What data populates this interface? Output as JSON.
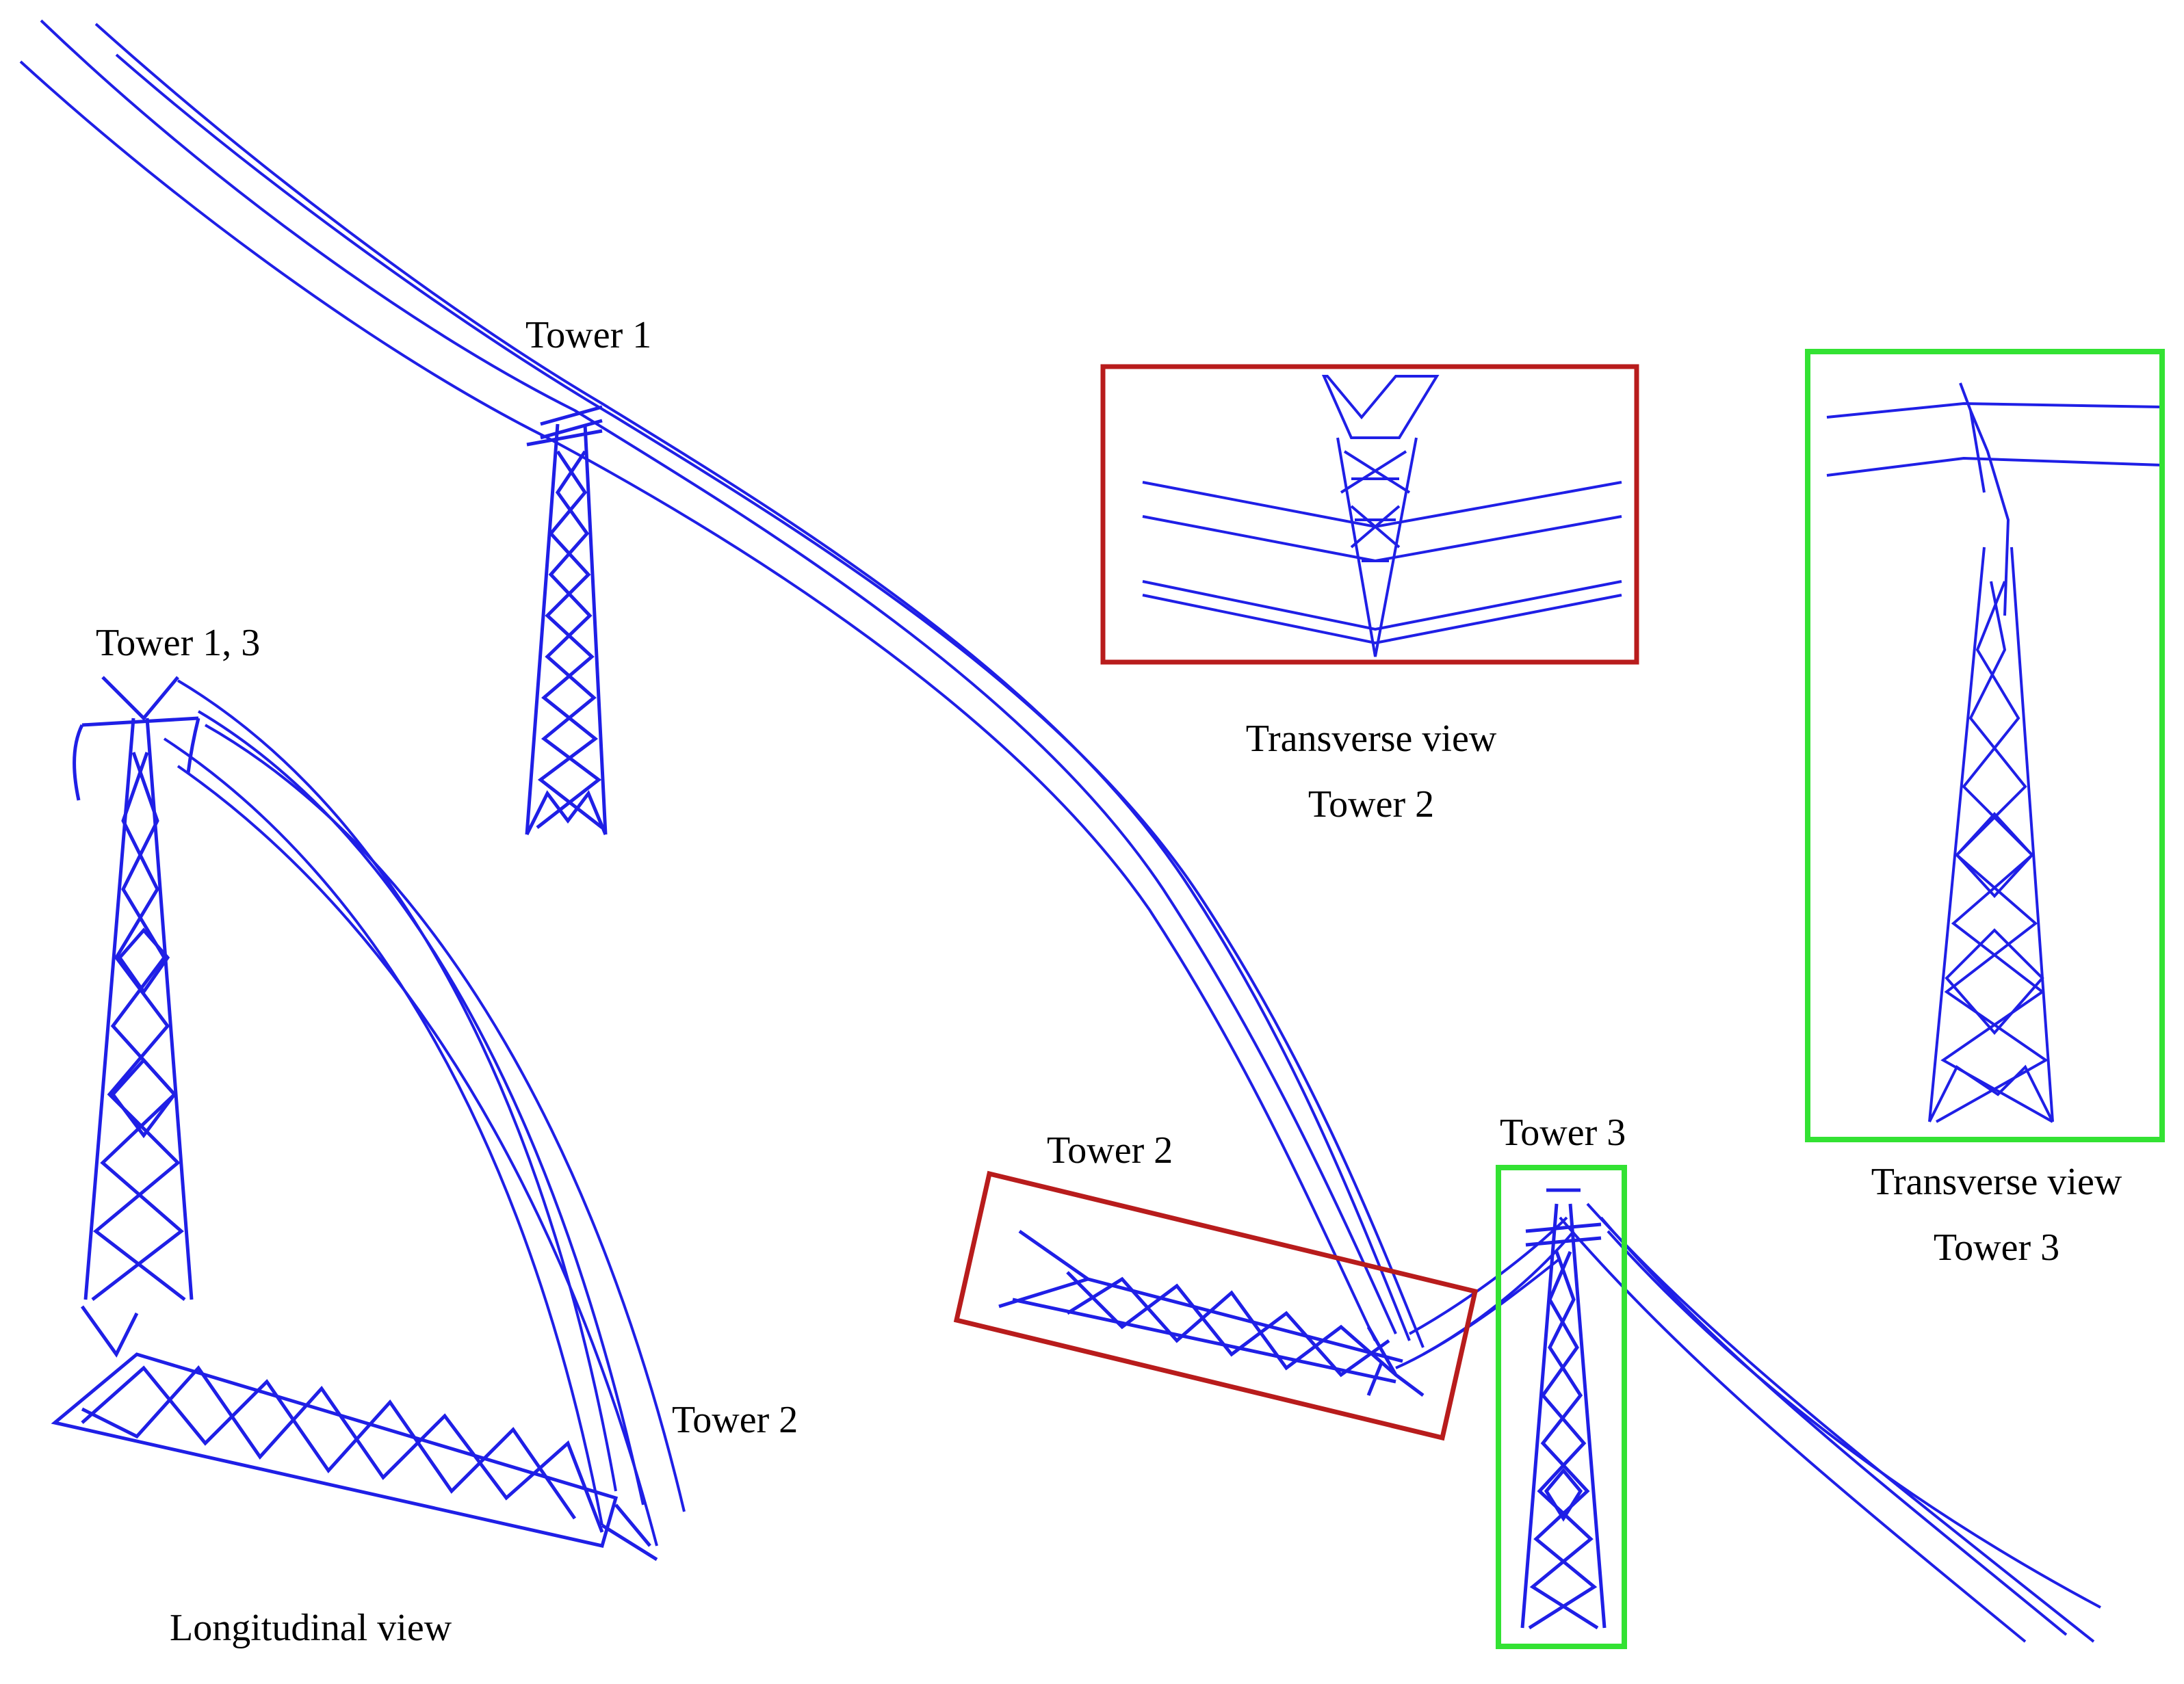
{
  "labels": {
    "tower1_top": "Tower 1",
    "tower13_long": "Tower 1, 3",
    "tower2_long": "Tower 2",
    "longitudinal_caption": "Longitudinal  view",
    "tower2_collapsed": "Tower 2",
    "tower3": "Tower 3",
    "transverse_view_a": "Transverse view",
    "transverse_tower_a": "Tower 2",
    "transverse_view_b": "Transverse view",
    "transverse_tower_b": "Tower 3"
  },
  "colors": {
    "structure": "#1f1fe6",
    "highlight_tower2": "#b81c1c",
    "highlight_tower3": "#33e233",
    "text": "#000000"
  }
}
